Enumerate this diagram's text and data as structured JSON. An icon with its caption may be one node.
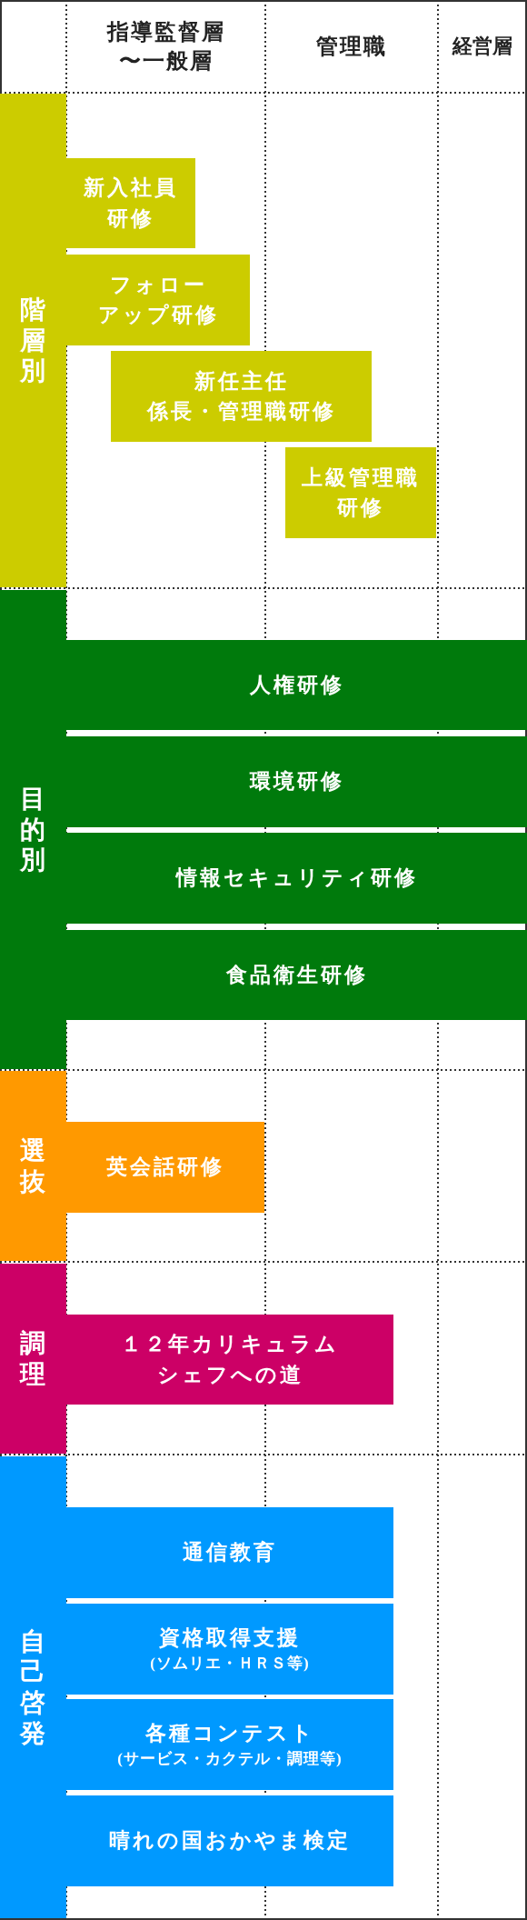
{
  "diagram": {
    "nodes": [
      {
        "text": [
          "階層別"
        ]
      },
      {
        "text": [
          "新入社員研修"
        ]
      },
      {
        "text": [
          "フォローアップ研修"
        ]
      },
      {
        "text": [
          "新任主任係長・管理職研修"
        ]
      },
      {
        "text": [
          "上級管理職研修"
        ]
      },
      {
        "text": [
          "目的別"
        ]
      },
      {
        "text": [
          "人権研修"
        ]
      },
      {
        "text": [
          "環境研修"
        ]
      },
      {
        "text": [
          "情報セキュリティ研修"
        ]
      },
      {
        "text": [
          "食品衛生研修"
        ]
      },
      {
        "text": [
          "選抜"
        ]
      },
      {
        "text": [
          "英会話研修"
        ]
      },
      {
        "text": [
          "調理"
        ]
      },
      {
        "text": [
          "１２年カリキュラムシェフへの道"
        ]
      },
      {
        "text": [
          "自己啓発"
        ]
      },
      {
        "text": [
          "通信教育"
        ]
      },
      {
        "text": [
          "資格取得支援",
          "(ソムリエ・ＨＲＳ等)"
        ]
      },
      {
        "text": [
          "各種コンテスト",
          "(サービス・カクテル・調理等)"
        ]
      },
      {
        "text": [
          "晴れの国おかやま検定"
        ]
      }
    ],
    "labels": [
      "指導監督層〜一般層",
      "管理職",
      "経営層"
    ]
  }
}
